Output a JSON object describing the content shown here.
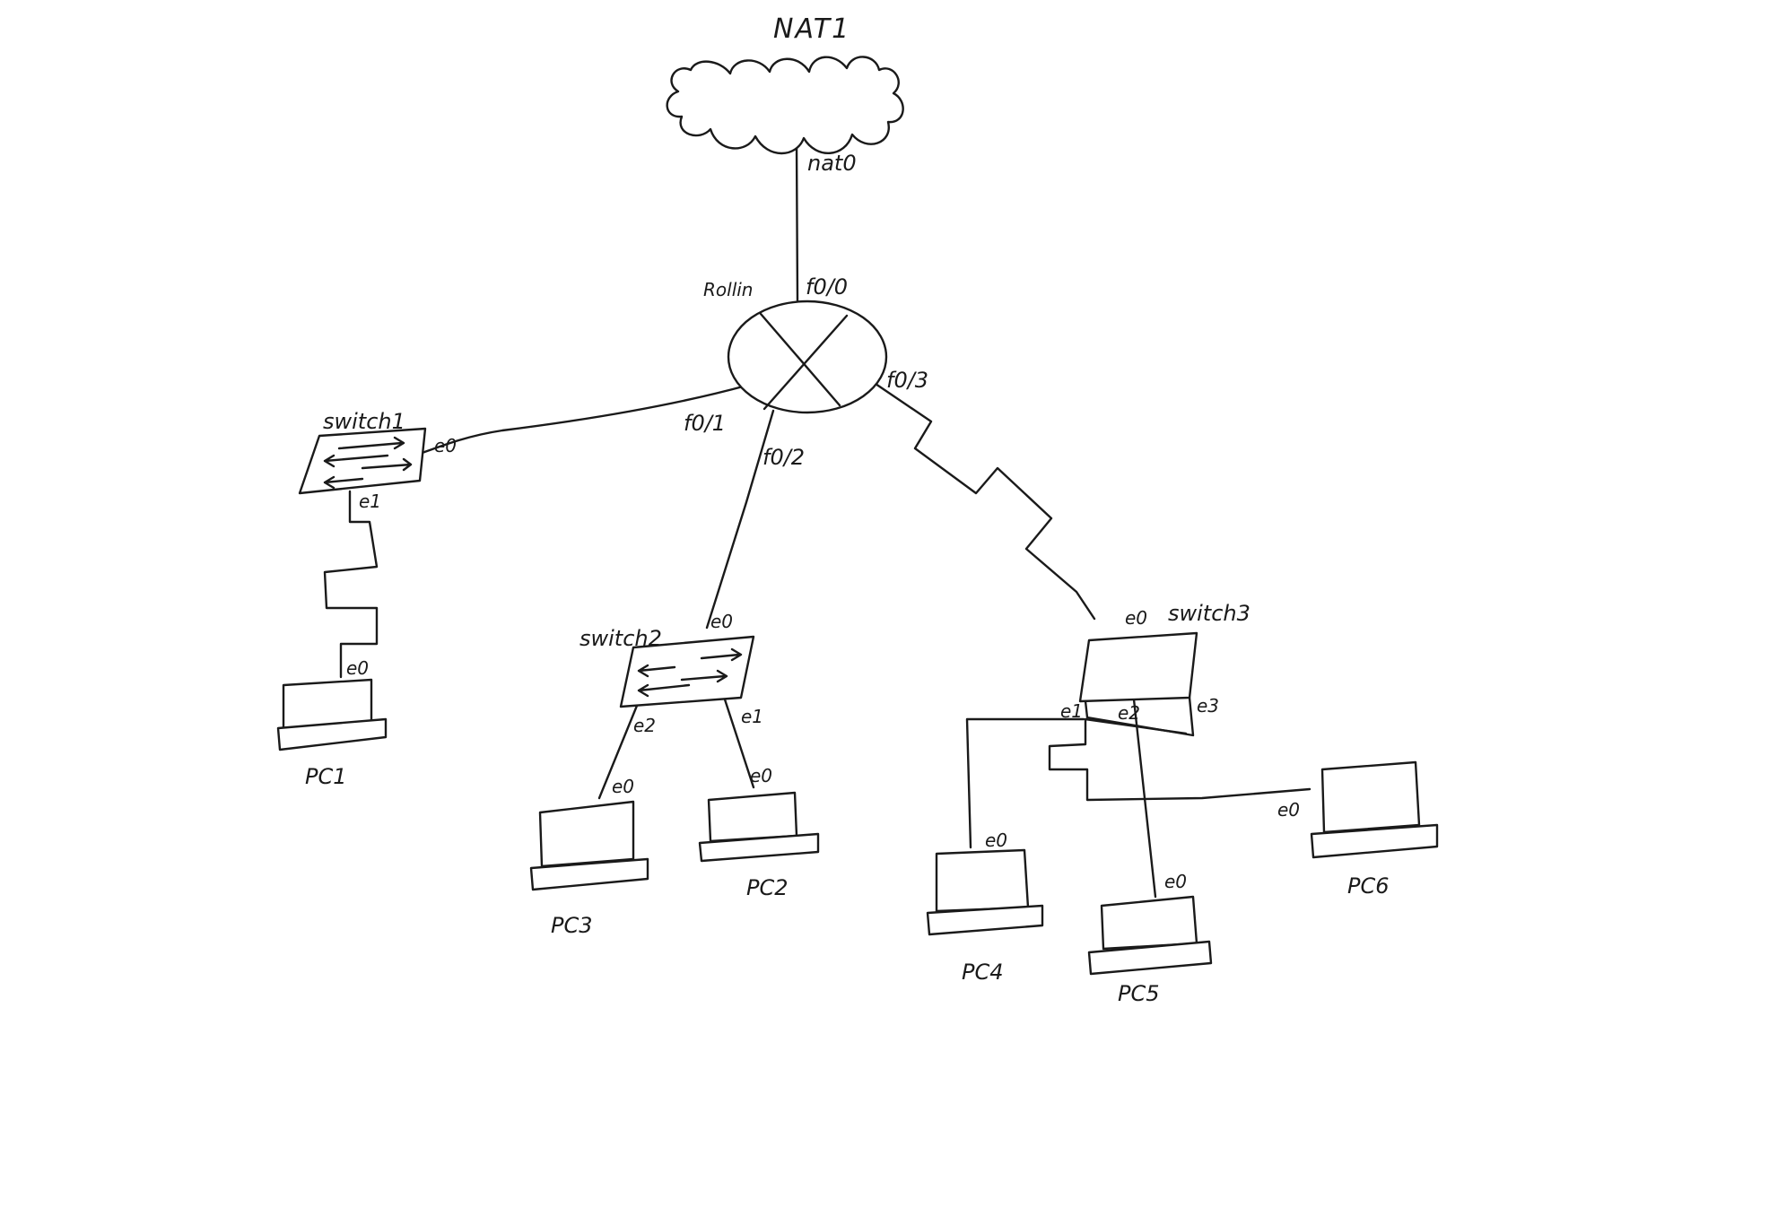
{
  "nodes": {
    "nat": {
      "name": "NAT1",
      "port": "nat0"
    },
    "router": {
      "name": "Rollin",
      "ports": {
        "f0_0": "f0/0",
        "f0_1": "f0/1",
        "f0_2": "f0/2",
        "f0_3": "f0/3"
      }
    },
    "switch1": {
      "name": "switch1",
      "ports": {
        "e0": "e0",
        "e1": "e1"
      }
    },
    "switch2": {
      "name": "switch2",
      "ports": {
        "e0": "e0",
        "e1": "e1",
        "e2": "e2"
      }
    },
    "switch3": {
      "name": "switch3",
      "ports": {
        "e0": "e0",
        "e1": "e1",
        "e2": "e2",
        "e3": "e3"
      }
    },
    "pc1": {
      "name": "PC1",
      "port": "e0"
    },
    "pc2": {
      "name": "PC2",
      "port": "e0"
    },
    "pc3": {
      "name": "PC3",
      "port": "e0"
    },
    "pc4": {
      "name": "PC4",
      "port": "e0"
    },
    "pc5": {
      "name": "PC5",
      "port": "e0"
    },
    "pc6": {
      "name": "PC6",
      "port": "e0"
    }
  }
}
